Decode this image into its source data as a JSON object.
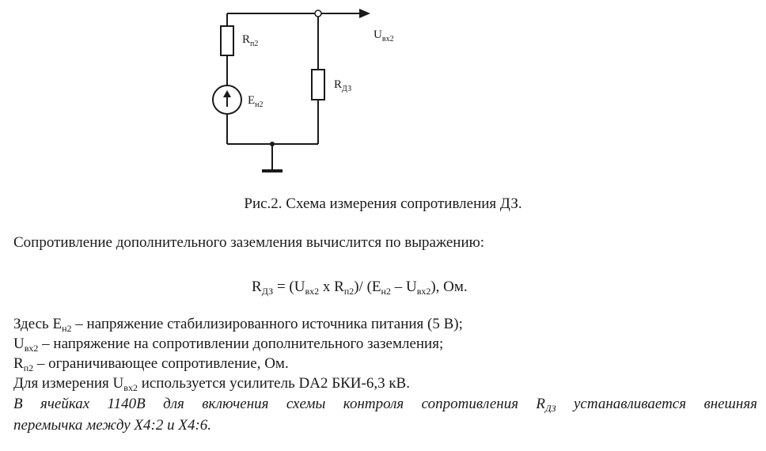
{
  "figure": {
    "labels": {
      "r_p2": {
        "main": "R",
        "sub": "п2"
      },
      "e_n2": {
        "main": "E",
        "sub": "н2"
      },
      "r_dz": {
        "main": "R",
        "sub": "ДЗ"
      },
      "u_vx2": {
        "main": "U",
        "sub": "вх2"
      }
    },
    "caption": "Рис.2. Схема измерения сопротивления ДЗ."
  },
  "intro": "Сопротивление дополнительного заземления вычислится по выражению:",
  "formula": {
    "lhs_main": "R",
    "lhs_sub": "ДЗ",
    "t1": " = (U",
    "t1_sub": "вх2",
    "t2": " х R",
    "t2_sub": "п2",
    "t3": ")/ (E",
    "t3_sub": "н2",
    "t4": " – U",
    "t4_sub": "вх2",
    "t5": "), Ом."
  },
  "definitions": {
    "line1": {
      "main": "Здесь E",
      "sub": "н2",
      "rest": " – напряжение стабилизированного источника питания (5 В);"
    },
    "line2": {
      "main": "U",
      "sub": "вх2",
      "rest": " – напряжение на сопротивлении дополнительного заземления;"
    },
    "line3": {
      "main": "R",
      "sub": "п2",
      "rest": " – ограничивающее сопротивление, Ом."
    },
    "line4": {
      "main": "Для измерения U",
      "sub": "вх2",
      "rest": " используется усилитель DA2 БКИ-6,3 кВ."
    }
  },
  "note": {
    "line1_part1": "В ячейках 1140В для включения схемы контроля сопротивления R",
    "line1_sub": "ДЗ",
    "line1_part2": " устанавливается внешняя",
    "line2": "перемычка между Х4:2 и Х4:6."
  }
}
